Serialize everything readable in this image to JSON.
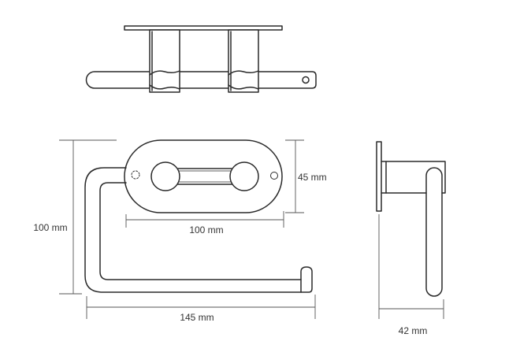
{
  "dimensions": {
    "overall_height": "100 mm",
    "plate_height": "45 mm",
    "post_spacing": "100 mm",
    "overall_width": "145 mm",
    "depth": "42 mm"
  }
}
